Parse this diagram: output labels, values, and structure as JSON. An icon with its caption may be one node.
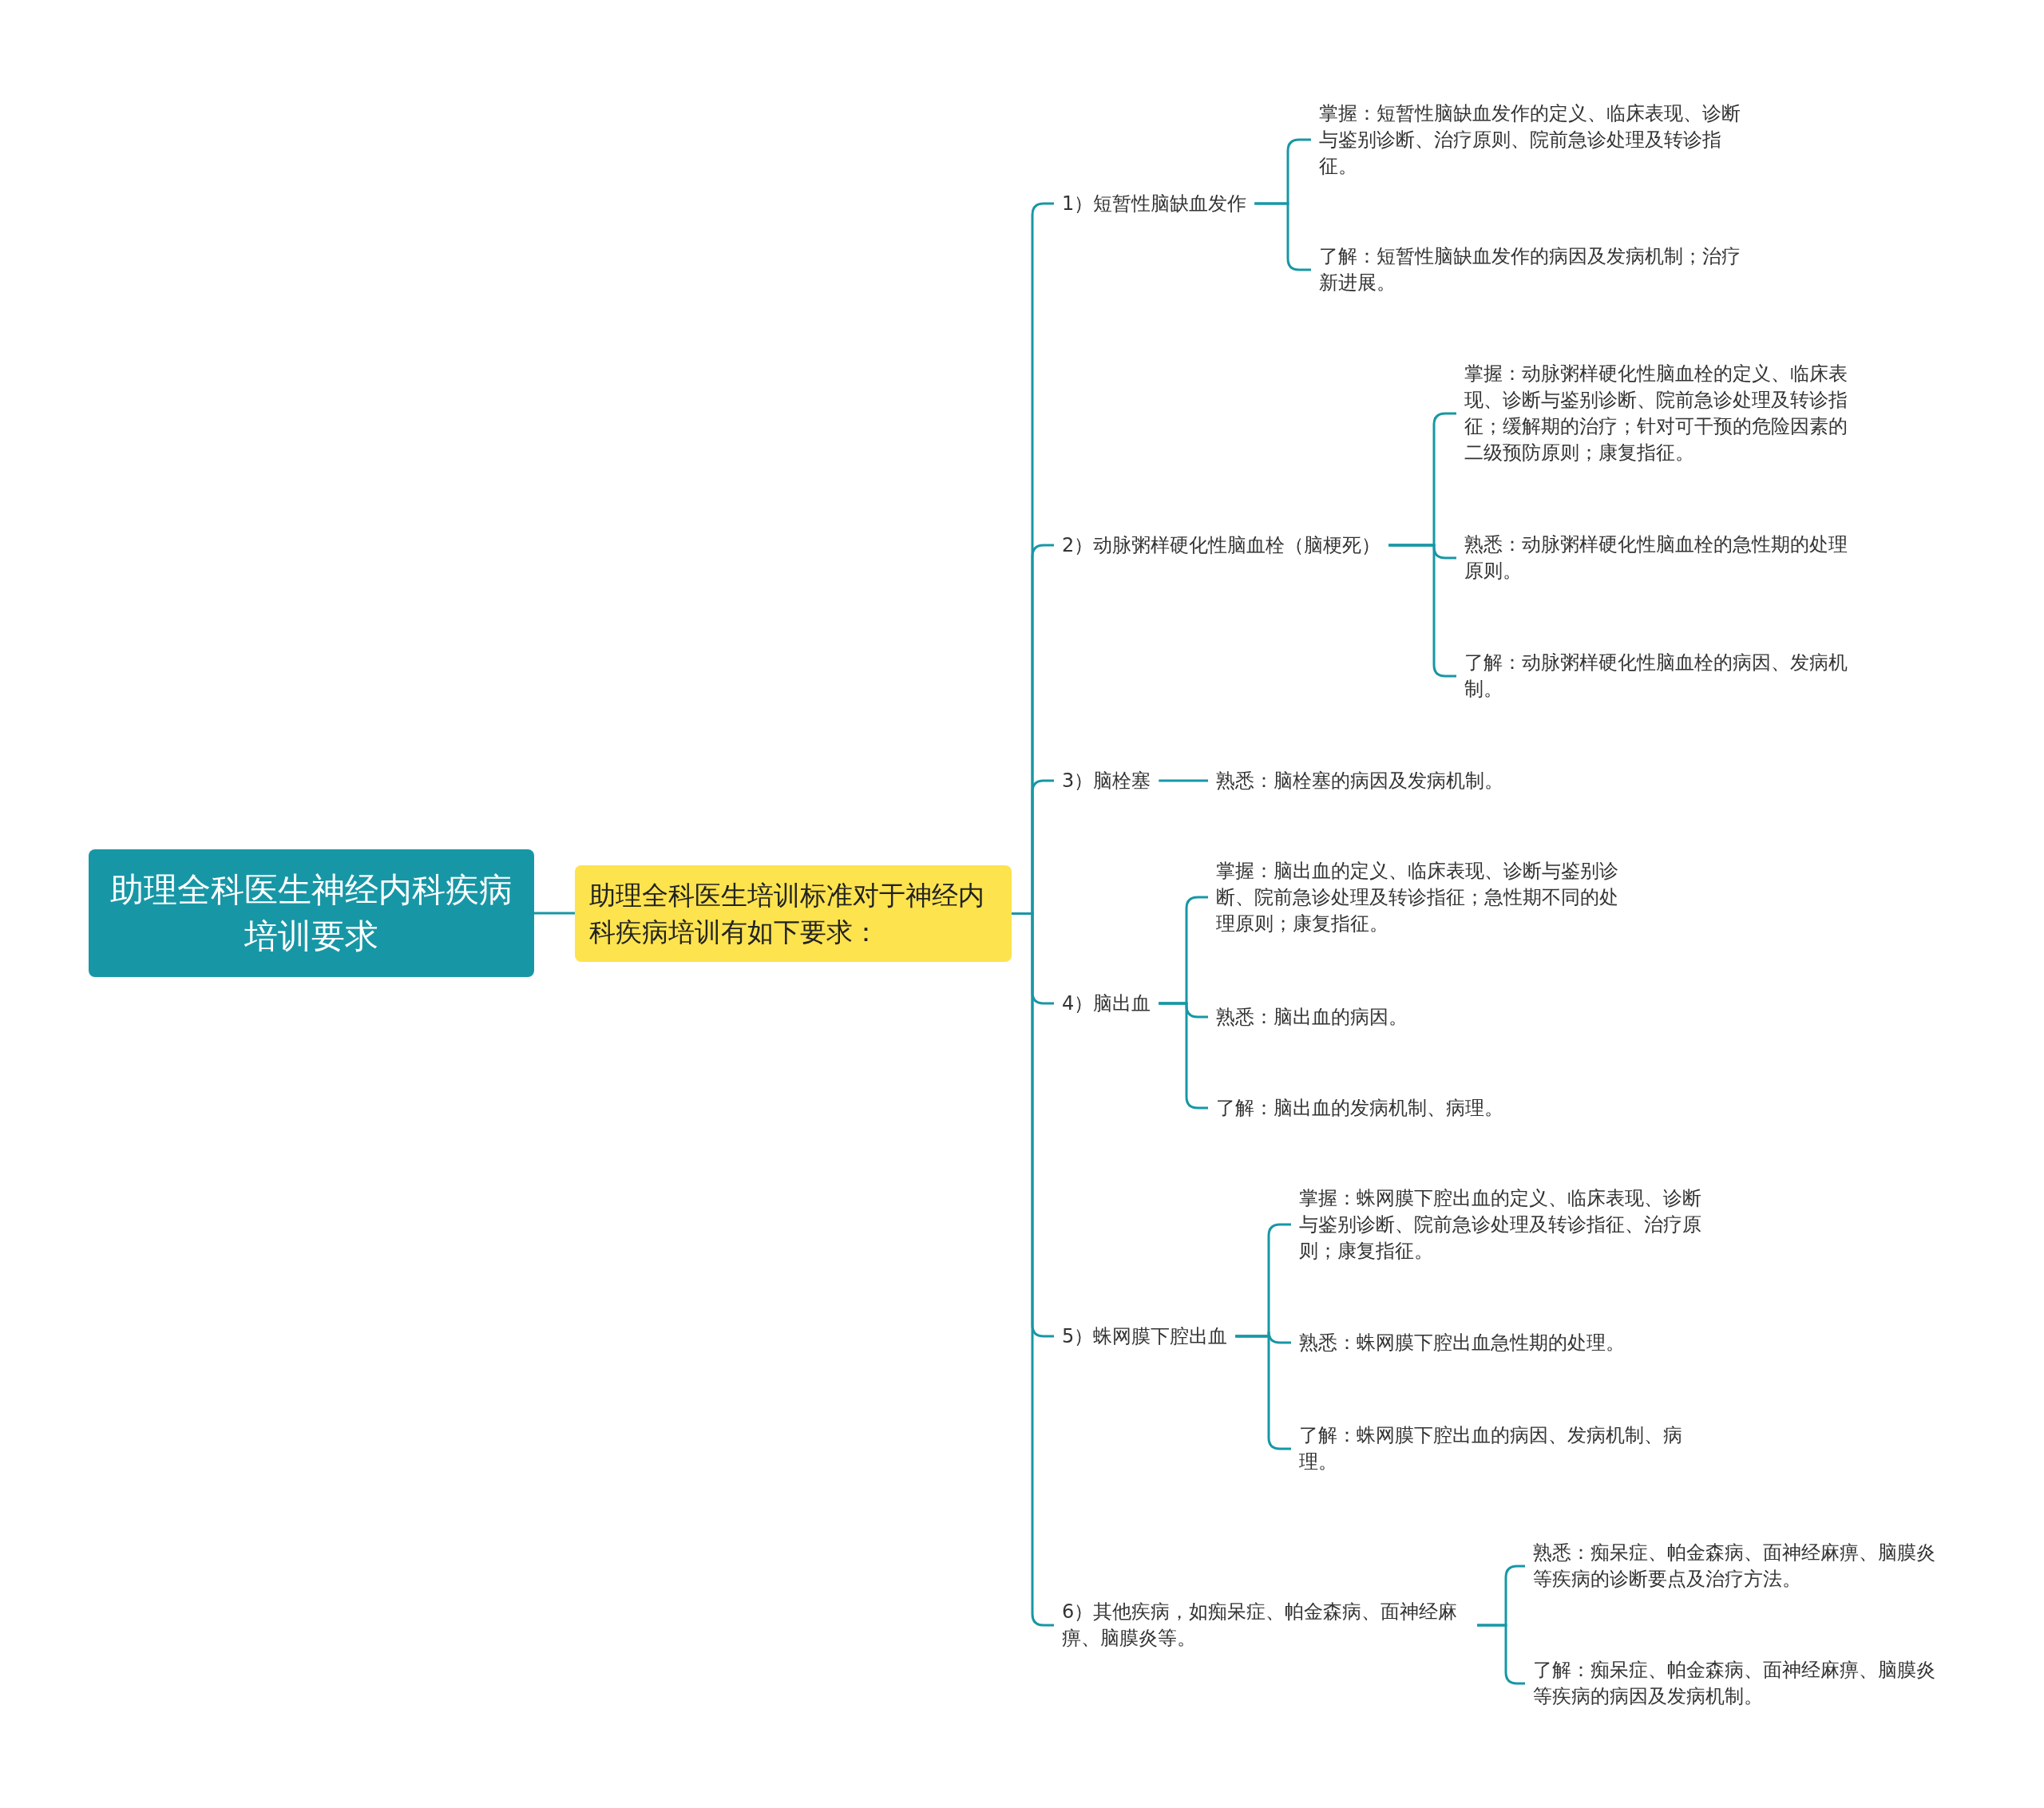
{
  "diagram": {
    "nodes": [
      {
        "text": [
          "助理全科医生神经内科疾病培训要求"
        ]
      },
      {
        "text": [
          "助理全科医生培训标准对于神经内科疾病培训有如下要求："
        ]
      },
      {
        "text": [
          "1）短暂性脑缺血发作"
        ]
      },
      {
        "text": [
          "掌握：短暂性脑缺血发作的定义、临床表现、诊断与鉴别诊断、治疗原则、院前急诊处理及转诊指征。"
        ]
      },
      {
        "text": [
          "了解：短暂性脑缺血发作的病因及发病机制；治疗新进展。"
        ]
      },
      {
        "text": [
          "2）动脉粥样硬化性脑血栓（脑梗死）"
        ]
      },
      {
        "text": [
          "掌握：动脉粥样硬化性脑血栓的定义、临床表现、诊断与鉴别诊断、院前急诊处理及转诊指征；缓解期的治疗；针对可干预的危险因素的二级预防原则；康复指征。"
        ]
      },
      {
        "text": [
          "熟悉：动脉粥样硬化性脑血栓的急性期的处理原则。"
        ]
      },
      {
        "text": [
          "了解：动脉粥样硬化性脑血栓的病因、发病机制。"
        ]
      },
      {
        "text": [
          "3）脑栓塞"
        ]
      },
      {
        "text": [
          "熟悉：脑栓塞的病因及发病机制。"
        ]
      },
      {
        "text": [
          "4）脑出血"
        ]
      },
      {
        "text": [
          "掌握：脑出血的定义、临床表现、诊断与鉴别诊断、院前急诊处理及转诊指征；急性期不同的处理原则；康复指征。"
        ]
      },
      {
        "text": [
          "熟悉：脑出血的病因。"
        ]
      },
      {
        "text": [
          "了解：脑出血的发病机制、病理。"
        ]
      },
      {
        "text": [
          "5）蛛网膜下腔出血"
        ]
      },
      {
        "text": [
          "掌握：蛛网膜下腔出血的定义、临床表现、诊断与鉴别诊断、院前急诊处理及转诊指征、治疗原则；康复指征。"
        ]
      },
      {
        "text": [
          "熟悉：蛛网膜下腔出血急性期的处理。"
        ]
      },
      {
        "text": [
          "了解：蛛网膜下腔出血的病因、发病机制、病理。"
        ]
      },
      {
        "text": [
          "6）其他疾病，如痴呆症、帕金森病、面神经麻痹、脑膜炎等。"
        ]
      },
      {
        "text": [
          "熟悉：痴呆症、帕金森病、面神经麻痹、脑膜炎等疾病的诊断要点及治疗方法。"
        ]
      },
      {
        "text": [
          "了解：痴呆症、帕金森病、面神经麻痹、脑膜炎等疾病的病因及发病机制。"
        ]
      }
    ],
    "edges": [
      {
        "from": 0,
        "to": 1,
        "arrow": "none"
      },
      {
        "from": 1,
        "to": 2,
        "arrow": "none"
      },
      {
        "from": 1,
        "to": 5,
        "arrow": "none"
      },
      {
        "from": 1,
        "to": 9,
        "arrow": "none"
      },
      {
        "from": 1,
        "to": 11,
        "arrow": "none"
      },
      {
        "from": 1,
        "to": 15,
        "arrow": "none"
      },
      {
        "from": 1,
        "to": 19,
        "arrow": "none"
      },
      {
        "from": 2,
        "to": 3,
        "arrow": "none"
      },
      {
        "from": 2,
        "to": 4,
        "arrow": "none"
      },
      {
        "from": 5,
        "to": 6,
        "arrow": "none"
      },
      {
        "from": 5,
        "to": 7,
        "arrow": "none"
      },
      {
        "from": 5,
        "to": 8,
        "arrow": "none"
      },
      {
        "from": 9,
        "to": 10,
        "arrow": "none"
      },
      {
        "from": 11,
        "to": 12,
        "arrow": "none"
      },
      {
        "from": 11,
        "to": 13,
        "arrow": "none"
      },
      {
        "from": 11,
        "to": 14,
        "arrow": "none"
      },
      {
        "from": 15,
        "to": 16,
        "arrow": "none"
      },
      {
        "from": 15,
        "to": 17,
        "arrow": "none"
      },
      {
        "from": 15,
        "to": 18,
        "arrow": "none"
      },
      {
        "from": 19,
        "to": 20,
        "arrow": "none"
      },
      {
        "from": 19,
        "to": 21,
        "arrow": "none"
      }
    ]
  }
}
